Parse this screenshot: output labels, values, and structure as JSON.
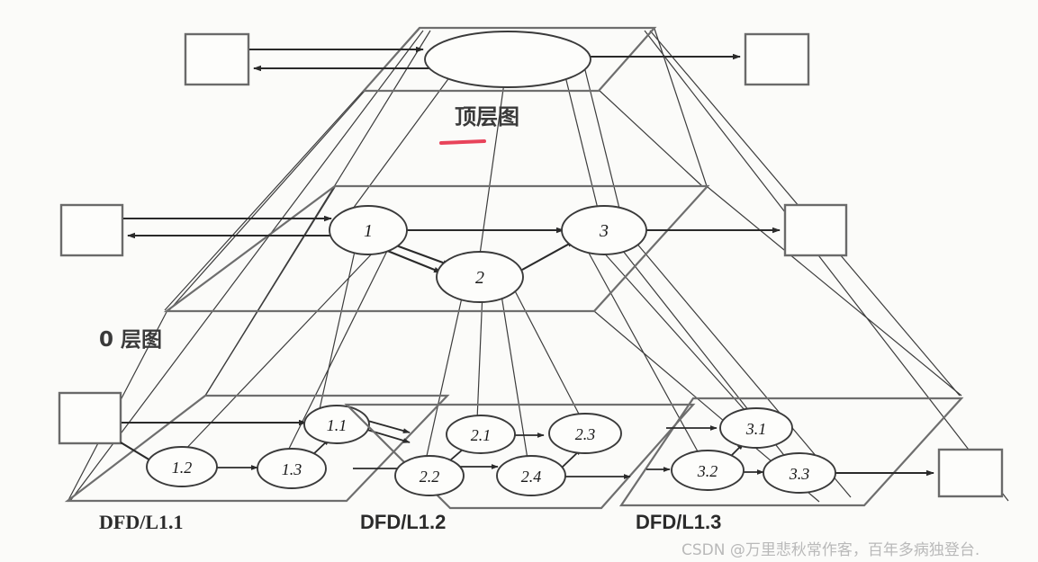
{
  "figure": {
    "title_cjk": "顶层图",
    "level0_label": "0 层图",
    "watermark": "CSDN @万里悲秋常作客，百年多病独登台.",
    "colors": {
      "background": "#fbfbf9",
      "plane_stroke": "#6e6e6e",
      "flow_stroke": "#2a2a2a",
      "projection_stroke": "#3c3c3c",
      "underline_red": "#e8435a",
      "watermark_gray": "#b9b9b9"
    }
  },
  "levels": [
    {
      "key": "top",
      "label": "顶层图",
      "label_style": "cjk",
      "underline": true,
      "processes": [
        {
          "id": "top-0",
          "label": ""
        }
      ],
      "entities": [
        {
          "id": "top-entity-left",
          "label": ""
        },
        {
          "id": "top-entity-right",
          "label": ""
        }
      ]
    },
    {
      "key": "level0",
      "label": "0 层图",
      "label_style": "cjk",
      "underline": false,
      "processes": [
        {
          "id": "p1",
          "label": "1"
        },
        {
          "id": "p2",
          "label": "2"
        },
        {
          "id": "p3",
          "label": "3"
        }
      ],
      "entities": [
        {
          "id": "l0-entity-left",
          "label": ""
        },
        {
          "id": "l0-entity-right",
          "label": ""
        }
      ]
    },
    {
      "key": "dfd-l1-1",
      "label": "DFD/L1.1",
      "label_style": "serif",
      "underline": false,
      "processes": [
        {
          "id": "p1-1",
          "label": "1.1"
        },
        {
          "id": "p1-2",
          "label": "1.2"
        },
        {
          "id": "p1-3",
          "label": "1.3"
        }
      ],
      "entities": [
        {
          "id": "l1-entity-left",
          "label": ""
        }
      ]
    },
    {
      "key": "dfd-l1-2",
      "label": "DFD/L1.2",
      "label_style": "sans",
      "underline": false,
      "processes": [
        {
          "id": "p2-1",
          "label": "2.1"
        },
        {
          "id": "p2-2",
          "label": "2.2"
        },
        {
          "id": "p2-3",
          "label": "2.3"
        },
        {
          "id": "p2-4",
          "label": "2.4"
        }
      ],
      "entities": []
    },
    {
      "key": "dfd-l1-3",
      "label": "DFD/L1.3",
      "label_style": "sans",
      "underline": false,
      "processes": [
        {
          "id": "p3-1",
          "label": "3.1"
        },
        {
          "id": "p3-2",
          "label": "3.2"
        },
        {
          "id": "p3-3",
          "label": "3.3"
        }
      ],
      "entities": [
        {
          "id": "l3-entity-right",
          "label": ""
        }
      ]
    }
  ],
  "labels": {
    "top_diagram": "顶层图",
    "level0_diagram": "0 层图",
    "dfd_l1_1": "DFD/L1.1",
    "dfd_l1_2": "DFD/L1.2",
    "dfd_l1_3": "DFD/L1.3"
  },
  "nodes": {
    "top0": "",
    "n1": "1",
    "n2": "2",
    "n3": "3",
    "n11": "1.1",
    "n12": "1.2",
    "n13": "1.3",
    "n21": "2.1",
    "n22": "2.2",
    "n23": "2.3",
    "n24": "2.4",
    "n31": "3.1",
    "n32": "3.2",
    "n33": "3.3"
  },
  "watermark": {
    "text": "CSDN @万里悲秋常作客，百年多病独登台."
  }
}
